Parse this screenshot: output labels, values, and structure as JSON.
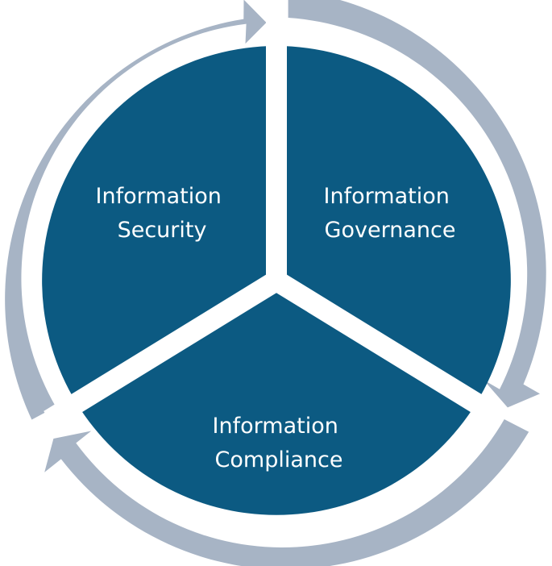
{
  "segments": [
    {
      "id": "security",
      "line1": "Information",
      "line2": "Security"
    },
    {
      "id": "governance",
      "line1": "Information",
      "line2": "Governance"
    },
    {
      "id": "compliance",
      "line1": "Information",
      "line2": "Compliance"
    }
  ],
  "colors": {
    "segment_fill": "#0c5a82",
    "arrow_ring": "#a7b4c5",
    "separator": "#ffffff",
    "label_text": "#ffffff",
    "background": "#ffffff"
  },
  "arrow_direction": "clockwise"
}
